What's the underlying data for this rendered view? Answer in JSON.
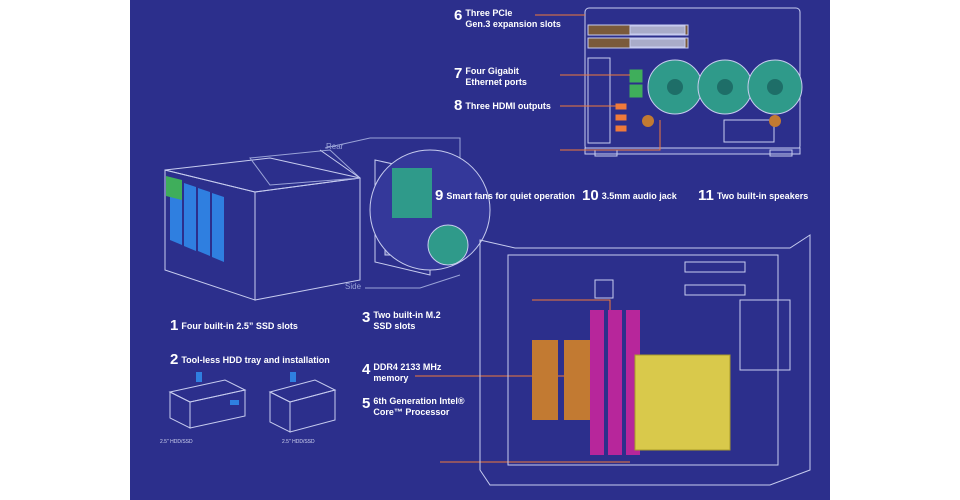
{
  "callouts": [
    {
      "num": "1",
      "text": "Four built-in 2.5”  SSD slots"
    },
    {
      "num": "2",
      "text": "Tool-less HDD tray and installation"
    },
    {
      "num": "3",
      "text": "Two built-in M.2\nSSD slots"
    },
    {
      "num": "4",
      "text": "DDR4 2133 MHz\nmemory"
    },
    {
      "num": "5",
      "text": "6th Generation Intel®\nCore™ Processor"
    },
    {
      "num": "6",
      "text": "Three PCIe\nGen.3 expansion slots"
    },
    {
      "num": "7",
      "text": "Four Gigabit\nEthernet ports"
    },
    {
      "num": "8",
      "text": "Three HDMI outputs"
    },
    {
      "num": "9",
      "text": "Smart fans for quiet operation"
    },
    {
      "num": "10",
      "text": "3.5mm audio jack"
    },
    {
      "num": "11",
      "text": "Two built-in speakers"
    }
  ],
  "labels": {
    "rear": "Rear",
    "side": "Side",
    "tray_a": "2.5\" HDD/SSD",
    "tray_b": "2.5\" HDD/SSD"
  },
  "colors": {
    "background": "#2c2f8c",
    "line": "#c7ccef",
    "accent_orange": "#f07a3a",
    "accent_green": "#3fae5b",
    "memory": "#b7269b",
    "processor": "#d9c94b",
    "m2": "#c27a32",
    "ssd_slot": "#2f7fe0"
  }
}
